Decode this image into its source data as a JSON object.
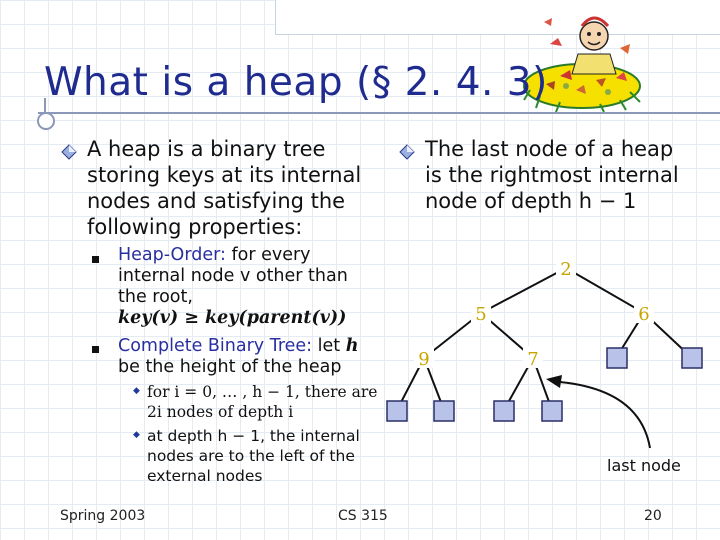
{
  "slide": {
    "title": "What is a heap (§ 2. 4. 3)",
    "left_bullet": {
      "lines": [
        "A heap is a binary tree",
        "storing keys at its internal",
        "nodes and satisfying the",
        "following properties:"
      ]
    },
    "heap_order": {
      "label": "Heap-Order:",
      "line1_rest": " for every",
      "line2": "internal node v other than",
      "line3": "the root,",
      "line4": "key(v) ≥ key(parent(v))"
    },
    "complete_tree": {
      "label": "Complete Binary Tree:",
      "line1_rest": " let ",
      "h": "h",
      "line2": "be the height of the heap"
    },
    "sub1": {
      "line1": "for i = 0, … , h − 1, there are",
      "line2": "2i nodes of depth i"
    },
    "sub2": {
      "line1": "at depth h − 1, the internal",
      "line2": "nodes are to the left of the",
      "line3": "external nodes"
    },
    "right_bullet": {
      "lines": [
        "The last node of a heap",
        "is the rightmost internal",
        "node of depth h − 1"
      ]
    },
    "tree": {
      "root": "2",
      "level1": [
        "5",
        "6"
      ],
      "level2": [
        "9",
        "7"
      ],
      "last_node_label": "last node"
    },
    "footer": {
      "left": "Spring 2003",
      "center": "CS 315",
      "page": "20"
    },
    "colors": {
      "title": "#1f2b8f",
      "node_key": "#c8a400",
      "external_node_fill": "#b9c2e8",
      "link_blue": "#2a2fa0"
    }
  }
}
